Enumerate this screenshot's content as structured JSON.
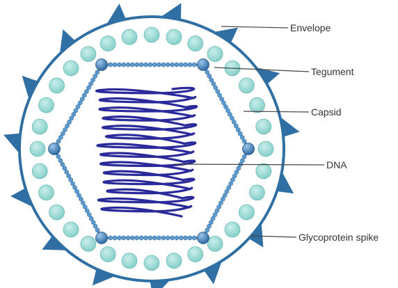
{
  "diagram": {
    "labels": {
      "envelope": "Envelope",
      "tegument": "Tegument",
      "capsid": "Capsid",
      "dna": "DNA",
      "glycoprotein_spike": "Glycoprotein spike"
    }
  },
  "colors": {
    "envelope_stroke": "#2f6fa3",
    "spike_fill": "#2f6fa3",
    "tegument_fill": "#8fd3cf",
    "tegument_stroke": "#6cbcb8",
    "capsid_bead": "#5b9bd0",
    "capsid_vertex": "#3f7fb8",
    "dna_stroke": "#2a2a9a",
    "leader_line": "#444444"
  }
}
